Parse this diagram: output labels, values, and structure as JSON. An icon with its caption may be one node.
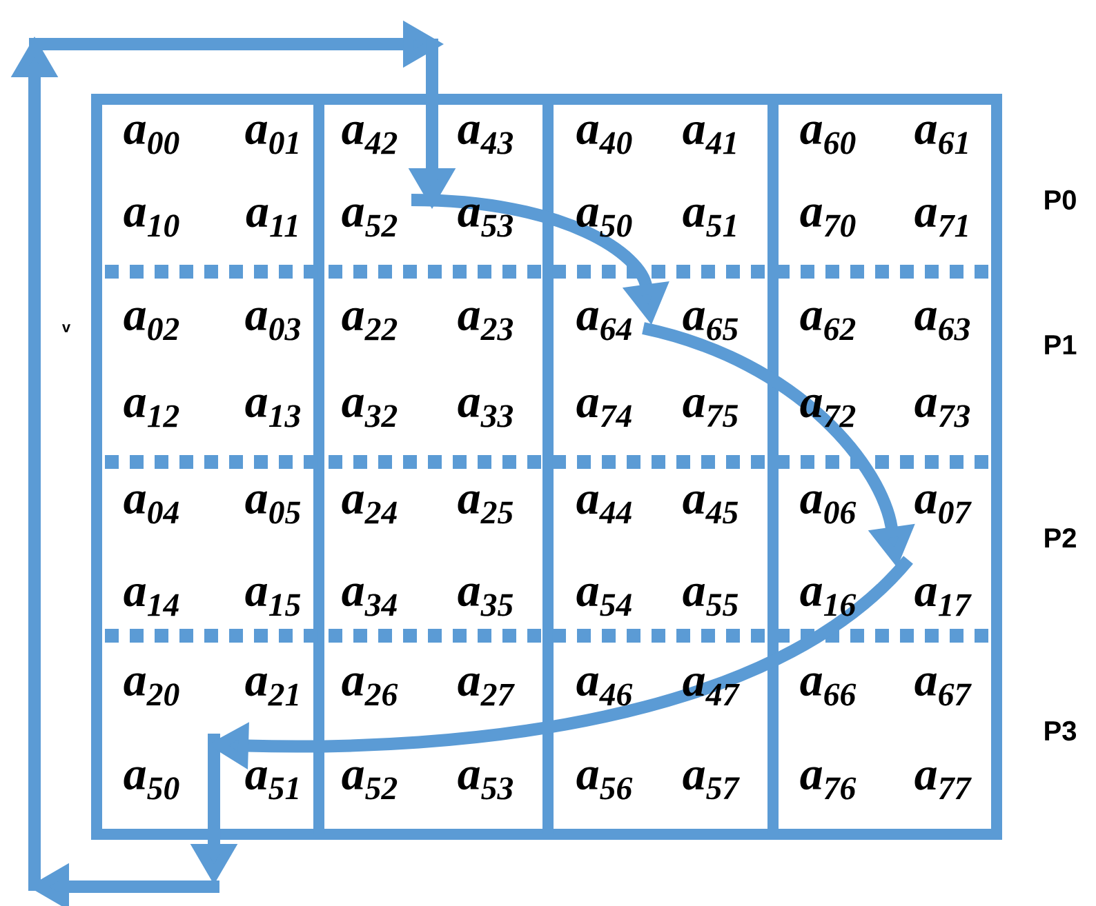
{
  "diagram": {
    "labels": [
      "a$_{00}$",
      "a$_{01}$",
      "a$_{42}$",
      "a$_{43}$",
      "a$_{40}$",
      "a$_{41}$",
      "a$_{60}$",
      "a$_{61}$",
      "a$_{10}$",
      "a$_{11}$",
      "a$_{52}$",
      "a$_{53}$",
      "a$_{50}$",
      "a$_{51}$",
      "a$_{70}$",
      "a$_{71}$",
      "a$_{02}$",
      "a$_{03}$",
      "a$_{22}$",
      "a$_{23}$",
      "a$_{64}$",
      "a$_{65}$",
      "a$_{62}$",
      "a$_{63}$",
      "a$_{12}$",
      "a$_{13}$",
      "a$_{32}$",
      "a$_{33}$",
      "a$_{74}$",
      "a$_{75}$",
      "a$_{72}$",
      "a$_{73}$",
      "a$_{04}$",
      "a$_{05}$",
      "a$_{24}$",
      "a$_{25}$",
      "a$_{44}$",
      "a$_{45}$",
      "a$_{06}$",
      "a$_{07}$",
      "a$_{14}$",
      "a$_{15}$",
      "a$_{34}$",
      "a$_{35}$",
      "a$_{54}$",
      "a$_{55}$",
      "a$_{16}$",
      "a$_{17}$",
      "a$_{20}$",
      "a$_{21}$",
      "a$_{26}$",
      "a$_{27}$",
      "a$_{46}$",
      "a$_{47}$",
      "a$_{66}$",
      "a$_{67}$",
      "a$_{50}$",
      "a$_{51}$",
      "a$_{52}$",
      "a$_{53}$",
      "a$_{56}$",
      "a$_{57}$",
      "a$_{76}$",
      "a$_{77}$",
      "v",
      "P0",
      "P1",
      "P2",
      "P3"
    ]
  }
}
